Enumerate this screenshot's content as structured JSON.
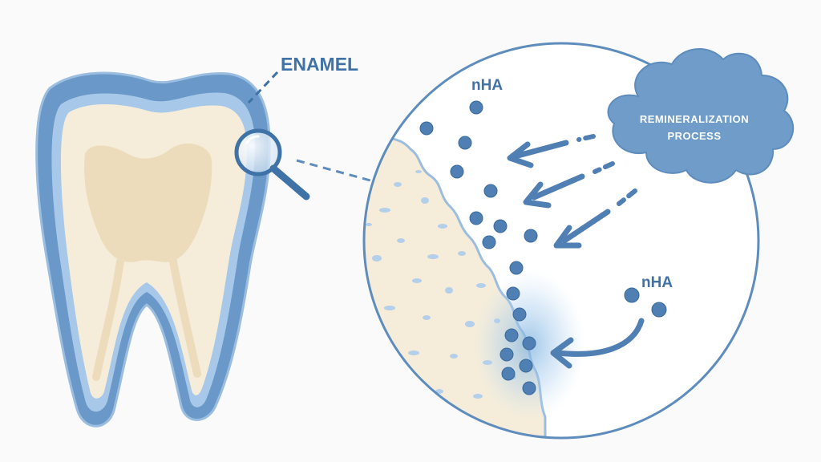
{
  "labels": {
    "enamel": "ENAMEL",
    "nha_top": "nHA",
    "nha_right": "nHA",
    "process_line1": "REMINERALIZATION",
    "process_line2": "PROCESS"
  },
  "icons": [
    "tooth-icon",
    "magnifier-icon",
    "nha-particle",
    "arrow-icon",
    "cloud-icon"
  ],
  "colors": {
    "enamel_blue": "#6a98c8",
    "enamel_light": "#bcd5ec",
    "dentin_cream": "#f5edda",
    "pulp_tan": "#ecdcbc",
    "particle_blue": "#4f7fb3",
    "outline_blue": "#5e8dbd",
    "cloud_fill": "#6f9cc9",
    "background": "#fafafa"
  }
}
